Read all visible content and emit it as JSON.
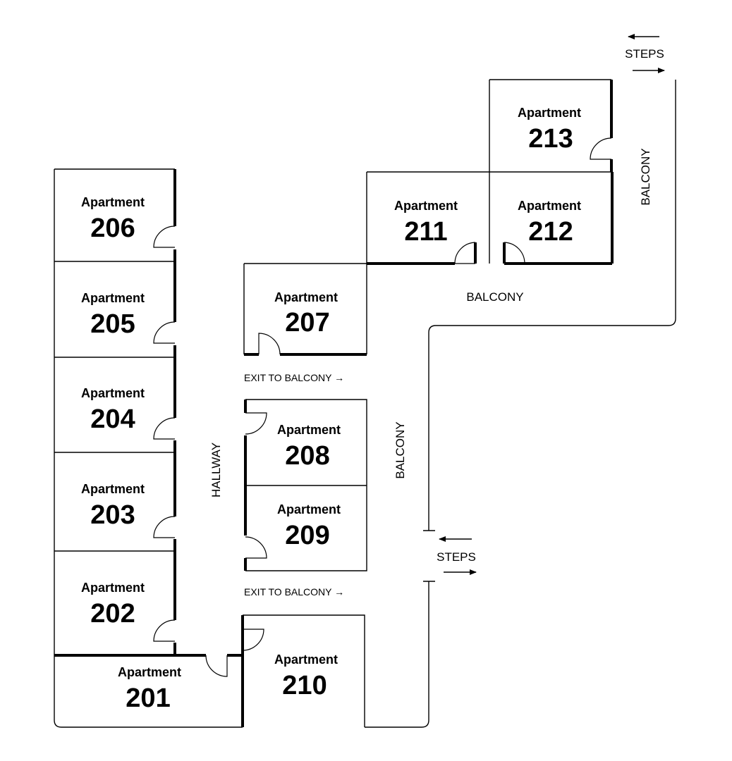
{
  "apartment_word": "Apartment",
  "apartments": {
    "a201": "201",
    "a202": "202",
    "a203": "203",
    "a204": "204",
    "a205": "205",
    "a206": "206",
    "a207": "207",
    "a208": "208",
    "a209": "209",
    "a210": "210",
    "a211": "211",
    "a212": "212",
    "a213": "213"
  },
  "labels": {
    "hallway": "HALLWAY",
    "balcony": "BALCONY",
    "steps": "STEPS",
    "exit_to_balcony": "EXIT TO BALCONY →"
  }
}
